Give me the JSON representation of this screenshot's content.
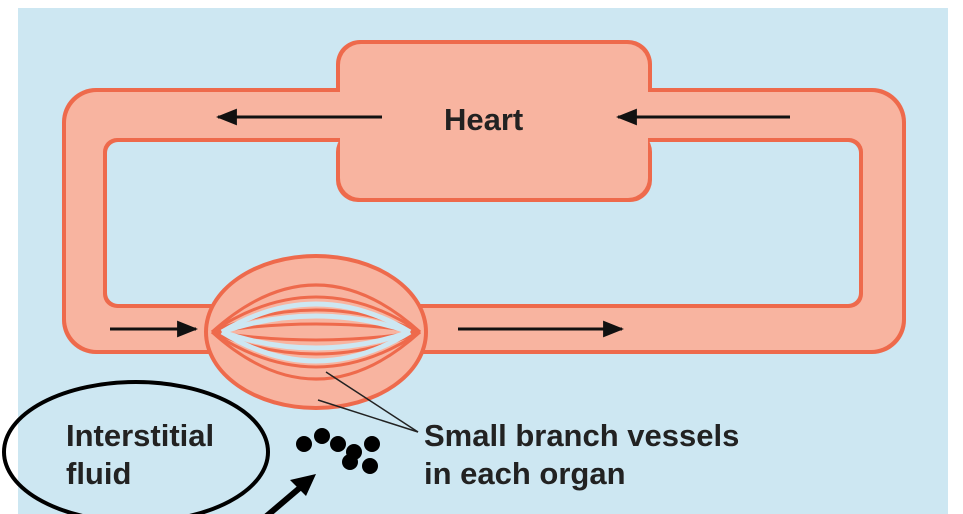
{
  "labels": {
    "heart": "Heart",
    "interstitial_line1": "Interstitial",
    "interstitial_line2": "fluid",
    "branch_line1": "Small branch vessels",
    "branch_line2": "in each organ"
  },
  "colors": {
    "background": "#cde7f2",
    "vessel_fill": "#f8b4a0",
    "vessel_outline": "#ee6a4c",
    "inner_panel": "#cde7f2",
    "arrow": "#111111",
    "text": "#222222"
  }
}
